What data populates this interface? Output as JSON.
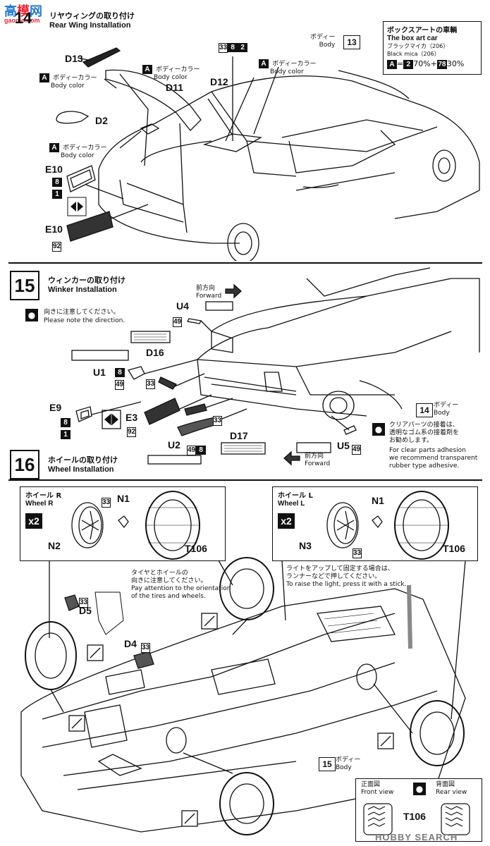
{
  "watermark_top": {
    "line1": "高",
    "line2": "模",
    "line3": "网",
    "site": "gaomo.com"
  },
  "watermark_bottom": "HOBBY SEARCH",
  "step14": {
    "num": "14",
    "title_jp": "リヤウィングの取り付け",
    "title_en": "Rear Wing Installation",
    "body_ref": {
      "jp": "ボディー",
      "en": "Body",
      "num": "13"
    },
    "parts": {
      "d13": "D13",
      "d11": "D11",
      "d12": "D12",
      "d2": "D2",
      "e10a": "E10",
      "e10b": "E10"
    },
    "color_a": "A",
    "body_color_jp": "ボディーカラー",
    "body_color_en": "Body color",
    "paint_top": [
      "33",
      "8",
      "2"
    ],
    "paint_e10": [
      "8",
      "1"
    ],
    "paint_92": "92"
  },
  "boxart": {
    "title_jp": "ボックスアートの車輌",
    "title_en": "The box art car",
    "sub_jp": "ブラックマイカ（206）",
    "sub_en": "Black mica（206）",
    "formula": {
      "a": "A",
      "eq": "=",
      "c1": "2",
      "p1": "70%+",
      "c2": "78",
      "p2": "30%"
    }
  },
  "step15": {
    "num": "15",
    "title_jp": "ウィンカーの取り付け",
    "title_en": "Winker Installation",
    "note_jp": "向きに注意してください。",
    "note_en": "Please note the direction.",
    "forward_jp": "前方向",
    "forward_en": "Forward",
    "parts": {
      "u4": "U4",
      "d16": "D16",
      "u1": "U1",
      "e9": "E9",
      "e3": "E3",
      "u2": "U2",
      "d17": "D17",
      "u5": "U5"
    },
    "body_ref": {
      "num": "14",
      "jp": "ボディー",
      "en": "Body"
    },
    "clear_note_jp": [
      "クリアパーツの接着は、",
      "透明なゴム系の接着剤を",
      "お勧めします。"
    ],
    "clear_note_en": [
      "For clear parts adhesion",
      "we recommend transparent",
      "rubber type adhesive."
    ]
  },
  "step16": {
    "num": "16",
    "title_jp": "ホイールの取り付け",
    "title_en": "Wheel Installation",
    "wheel_r": {
      "jp": "ホイール R",
      "en": "Wheel R",
      "n1": "N1",
      "n2": "N2",
      "t": "T106",
      "x2": "x2",
      "p33": "33"
    },
    "wheel_l": {
      "jp": "ホイール L",
      "en": "Wheel L",
      "n1": "N1",
      "n3": "N3",
      "t": "T106",
      "x2": "x2",
      "p33": "33"
    },
    "note1_jp": [
      "タイヤとホイールの",
      "向きに注意してください。"
    ],
    "note1_en": [
      "Pay attention to the orientation",
      "of the tires and wheels."
    ],
    "note2_jp": [
      "ライトをアップして固定する場合は、",
      "ランナーなどで押してください。"
    ],
    "note2_en": "To raise the light, press it with a stick.",
    "parts": {
      "d5": "D5",
      "d4": "D4",
      "p33a": "33",
      "p33b": "33"
    },
    "body_ref": {
      "num": "15",
      "jp": "ボディー",
      "en": "Body"
    },
    "view": {
      "front_jp": "正面図",
      "front_en": "Front view",
      "back_jp": "背面図",
      "back_en": "Rear view",
      "t": "T106"
    }
  }
}
